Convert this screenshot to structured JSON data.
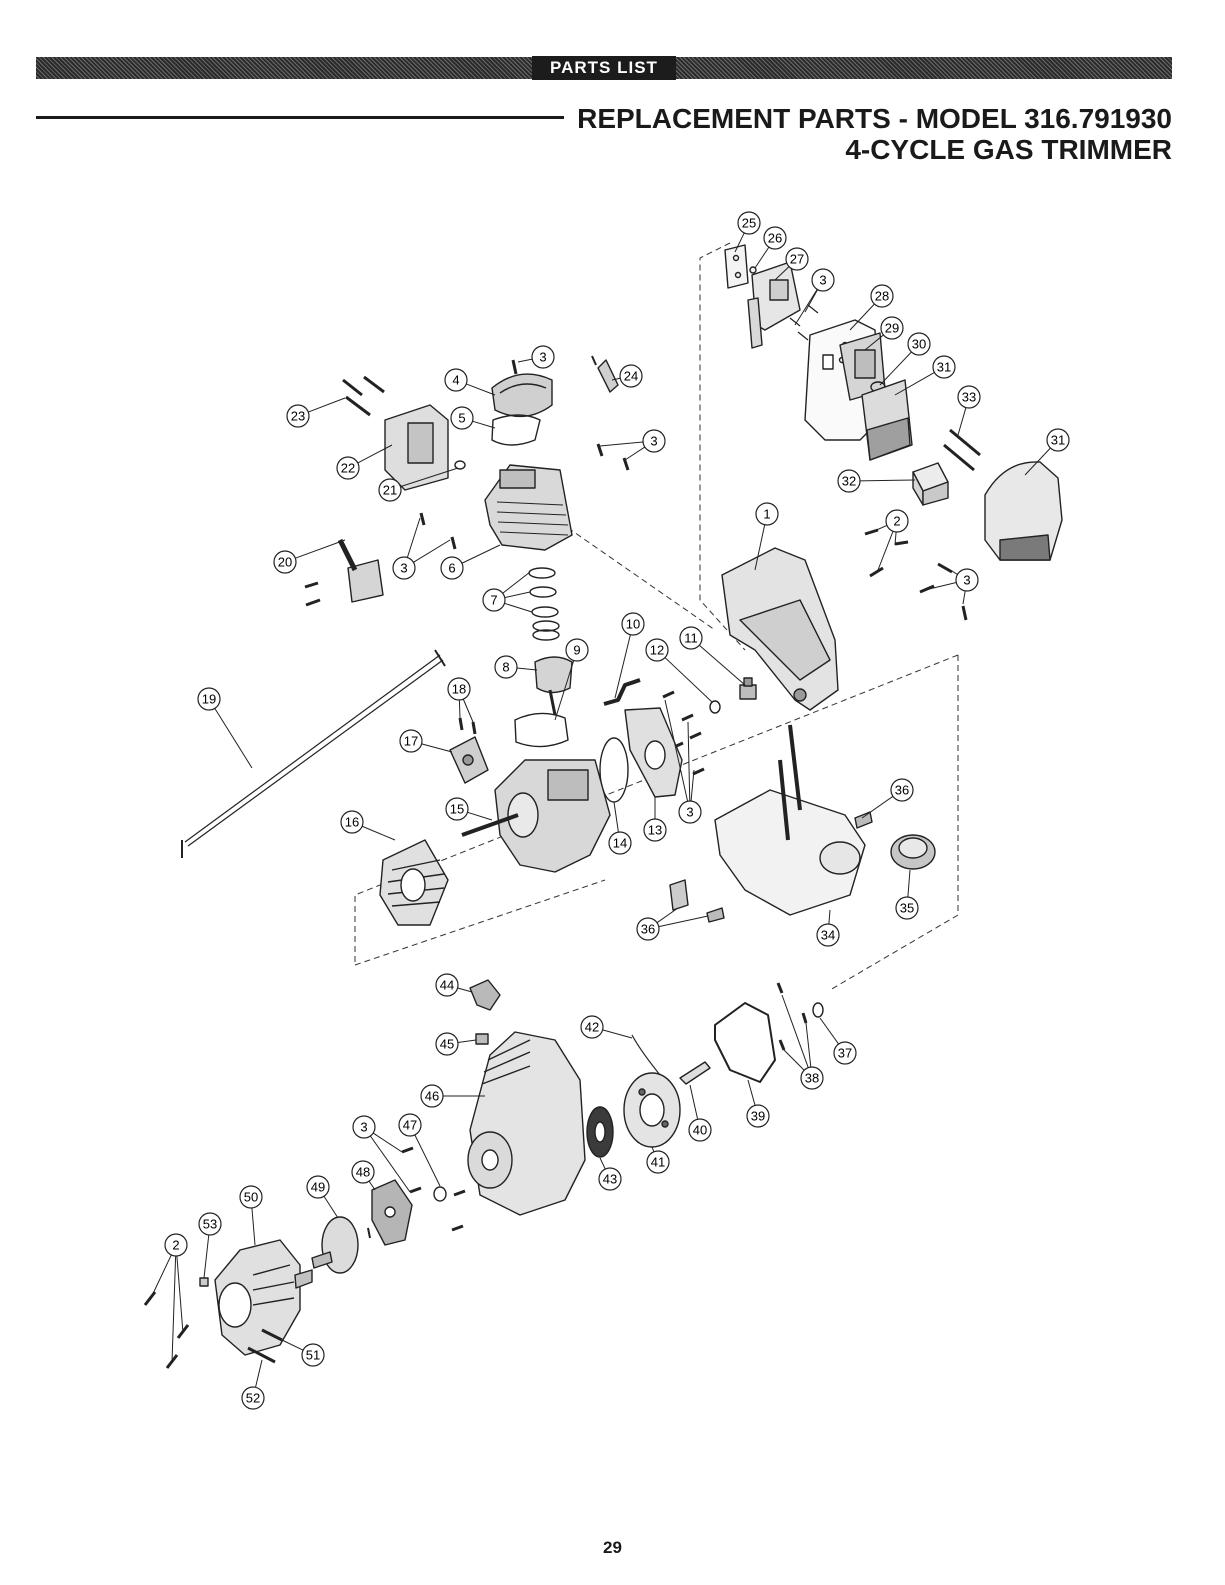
{
  "banner": {
    "label": "PARTS LIST"
  },
  "header": {
    "title_line1": "REPLACEMENT PARTS - MODEL 316.791930",
    "title_line2": "4-CYCLE GAS TRIMMER"
  },
  "callouts": [
    {
      "id": "c25",
      "label": "25"
    },
    {
      "id": "c26",
      "label": "26"
    },
    {
      "id": "c27",
      "label": "27"
    },
    {
      "id": "c3a",
      "label": "3"
    },
    {
      "id": "c28",
      "label": "28"
    },
    {
      "id": "c29",
      "label": "29"
    },
    {
      "id": "c30",
      "label": "30"
    },
    {
      "id": "c31a",
      "label": "31"
    },
    {
      "id": "c33",
      "label": "33"
    },
    {
      "id": "c31b",
      "label": "31"
    },
    {
      "id": "c32",
      "label": "32"
    },
    {
      "id": "c1",
      "label": "1"
    },
    {
      "id": "c2a",
      "label": "2"
    },
    {
      "id": "c3b",
      "label": "3"
    },
    {
      "id": "c3c",
      "label": "3"
    },
    {
      "id": "c24",
      "label": "24"
    },
    {
      "id": "c4",
      "label": "4"
    },
    {
      "id": "c5",
      "label": "5"
    },
    {
      "id": "c3d",
      "label": "3"
    },
    {
      "id": "c23",
      "label": "23"
    },
    {
      "id": "c22",
      "label": "22"
    },
    {
      "id": "c21",
      "label": "21"
    },
    {
      "id": "c20",
      "label": "20"
    },
    {
      "id": "c3e",
      "label": "3"
    },
    {
      "id": "c6",
      "label": "6"
    },
    {
      "id": "c7",
      "label": "7"
    },
    {
      "id": "c8",
      "label": "8"
    },
    {
      "id": "c9",
      "label": "9"
    },
    {
      "id": "c10",
      "label": "10"
    },
    {
      "id": "c11",
      "label": "11"
    },
    {
      "id": "c12",
      "label": "12"
    },
    {
      "id": "c19",
      "label": "19"
    },
    {
      "id": "c18",
      "label": "18"
    },
    {
      "id": "c17",
      "label": "17"
    },
    {
      "id": "c15",
      "label": "15"
    },
    {
      "id": "c16",
      "label": "16"
    },
    {
      "id": "c14",
      "label": "14"
    },
    {
      "id": "c13",
      "label": "13"
    },
    {
      "id": "c3f",
      "label": "3"
    },
    {
      "id": "c36a",
      "label": "36"
    },
    {
      "id": "c36b",
      "label": "36"
    },
    {
      "id": "c34",
      "label": "34"
    },
    {
      "id": "c35",
      "label": "35"
    },
    {
      "id": "c44",
      "label": "44"
    },
    {
      "id": "c45",
      "label": "45"
    },
    {
      "id": "c42",
      "label": "42"
    },
    {
      "id": "c46",
      "label": "46"
    },
    {
      "id": "c37",
      "label": "37"
    },
    {
      "id": "c38",
      "label": "38"
    },
    {
      "id": "c39",
      "label": "39"
    },
    {
      "id": "c40",
      "label": "40"
    },
    {
      "id": "c41",
      "label": "41"
    },
    {
      "id": "c43",
      "label": "43"
    },
    {
      "id": "c3g",
      "label": "3"
    },
    {
      "id": "c47",
      "label": "47"
    },
    {
      "id": "c48",
      "label": "48"
    },
    {
      "id": "c49",
      "label": "49"
    },
    {
      "id": "c50",
      "label": "50"
    },
    {
      "id": "c53",
      "label": "53"
    },
    {
      "id": "c2b",
      "label": "2"
    },
    {
      "id": "c51",
      "label": "51"
    },
    {
      "id": "c52",
      "label": "52"
    }
  ],
  "footer": {
    "page_number": "29"
  }
}
